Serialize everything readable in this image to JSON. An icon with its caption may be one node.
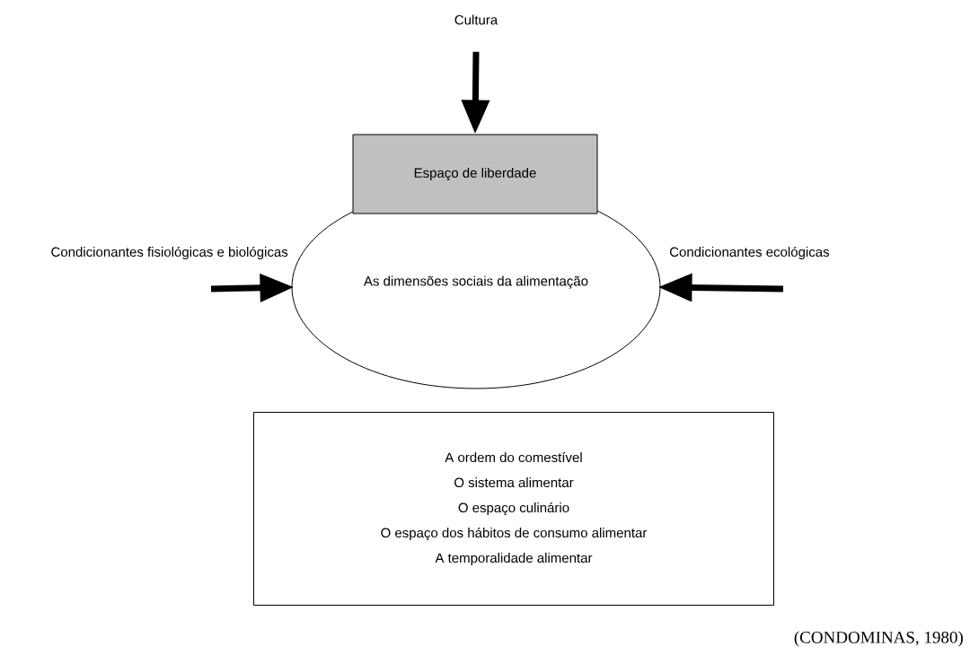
{
  "diagram": {
    "caption": "(CONDOMINAS, 1980)",
    "nodes": [
      {
        "text": [
          "Cultura"
        ]
      },
      {
        "text": [
          "Espaço de liberdade"
        ]
      },
      {
        "text": [
          "As dimensões sociais da alimentação"
        ]
      },
      {
        "text": [
          "A ordem do comestível",
          "O sistema alimentar",
          "O espaço culinário",
          "O espaço dos hábitos de consumo alimentar",
          "A temporalidade alimentar"
        ]
      }
    ],
    "edges": [
      {
        "from": 0,
        "to": 1,
        "arrow": "to"
      },
      {
        "from": null,
        "to": 2,
        "arrow": "to"
      },
      {
        "from": null,
        "to": 2,
        "arrow": "to"
      }
    ],
    "labels": [
      "Condicionantes fisiológicas e biológicas",
      "Condicionantes ecológicas"
    ]
  }
}
